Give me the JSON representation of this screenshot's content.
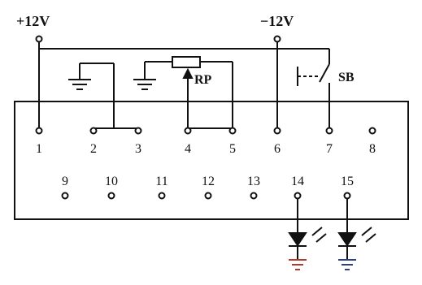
{
  "supply": {
    "positive_label": "+12V",
    "negative_label": "−12V"
  },
  "components": {
    "potentiometer_label": "RP",
    "switch_label": "SB"
  },
  "pins": {
    "top": [
      "1",
      "2",
      "3",
      "4",
      "5",
      "6",
      "7",
      "8"
    ],
    "bottom": [
      "9",
      "10",
      "11",
      "12",
      "13",
      "14",
      "15"
    ]
  },
  "colors": {
    "ink": "#111111",
    "ground_red": "#b23a2a",
    "ground_blue": "#2e3f8a"
  }
}
